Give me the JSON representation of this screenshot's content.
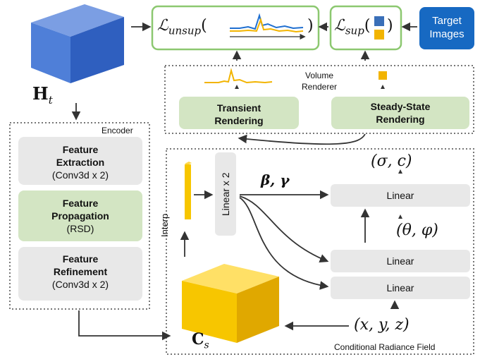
{
  "inputs": {
    "ht_label": "H",
    "ht_sub": "t",
    "cs_label": "C",
    "cs_sub": "s",
    "target_images": "Target Images"
  },
  "losses": {
    "unsup_symbol": "ℒ",
    "unsup_sub": "unsup",
    "sup_symbol": "ℒ",
    "sup_sub": "sup"
  },
  "volume_renderer": {
    "title": "Volume Renderer",
    "transient": "Transient Rendering",
    "steady_state": "Steady-State Rendering"
  },
  "encoder": {
    "title": "Encoder",
    "blocks": [
      {
        "title": "Feature Extraction",
        "detail": "(Conv3d x 2)"
      },
      {
        "title": "Feature Propagation",
        "detail": "(RSD)"
      },
      {
        "title": "Feature Refinement",
        "detail": "(Conv3d x 2)"
      }
    ]
  },
  "radiance_field": {
    "title": "Conditional Radiance Field",
    "interp": "Interp",
    "linear_x2": "Linear x 2",
    "beta_gamma": "β, γ",
    "sigma_c": "(σ, c)",
    "theta_phi": "(θ, φ)",
    "xyz": "(x, y, z)",
    "linear_top": "Linear",
    "linear_mid": "Linear",
    "linear_bot": "Linear"
  },
  "colors": {
    "blue_box": "#3f6fd1",
    "yellow_box": "#f7c600",
    "green_block": "#d3e5c3",
    "grey_block": "#e8e8e8",
    "target_blue": "#1769c2",
    "signal_blue": "#1f6fd0",
    "signal_orange": "#f2b400"
  }
}
